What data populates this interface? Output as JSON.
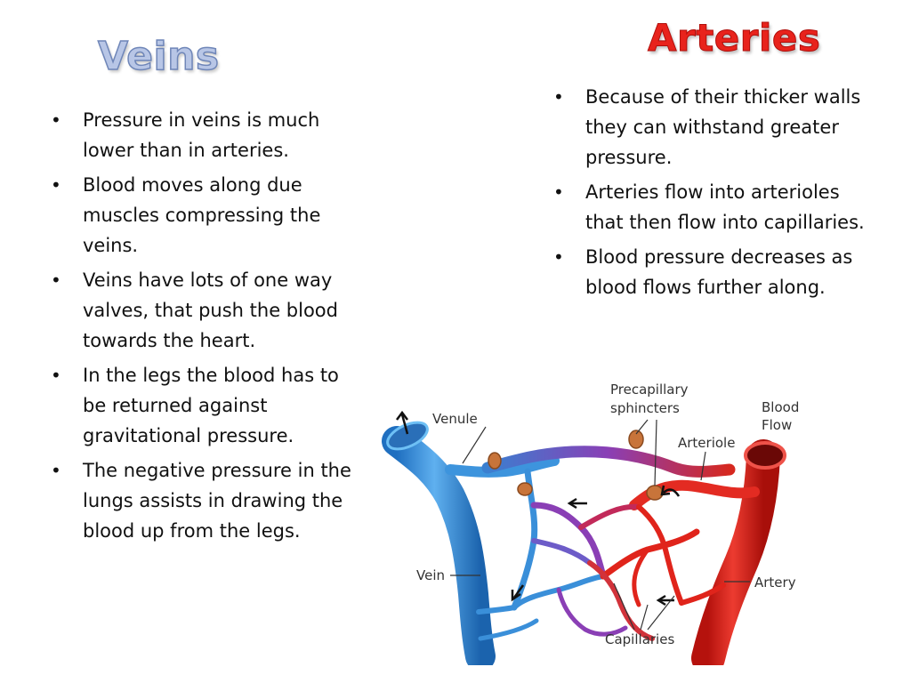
{
  "veins": {
    "title": "Veins",
    "bullets": [
      "Pressure in veins is much lower than in arteries.",
      "Blood moves along due muscles compressing the veins.",
      "Veins have lots of one way valves, that push the blood towards the heart.",
      "In the legs the blood has to be returned against gravitational pressure.",
      "The negative pressure in the lungs assists in drawing the blood up from the legs."
    ]
  },
  "arteries": {
    "title": "Arteries",
    "bullets": [
      "Because of their thicker walls they can withstand greater pressure.",
      "Arteries flow into arterioles that then flow into capillaries.",
      "Blood pressure decreases as blood flows further along."
    ]
  },
  "diagram": {
    "labels": {
      "venule": "Venule",
      "precapillary_line1": "Precapillary",
      "precapillary_line2": "sphincters",
      "blood_flow_line1": "Blood",
      "blood_flow_line2": "Flow",
      "arteriole": "Arteriole",
      "vein": "Vein",
      "artery": "Artery",
      "capillaries": "Capillaries"
    },
    "colors": {
      "vein": "#3a8fd9",
      "artery": "#e0241b",
      "transition": "#8a3fb5",
      "sphincter": "#c8743a"
    }
  }
}
